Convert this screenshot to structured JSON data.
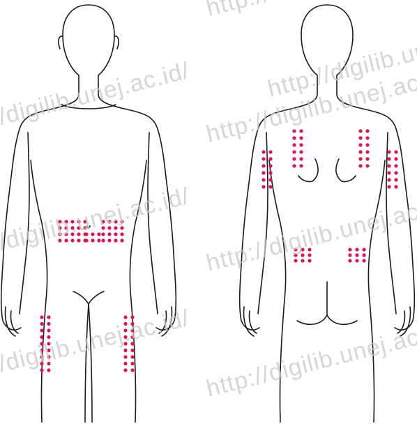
{
  "diagram": {
    "colors": {
      "outline": "#1a1a1a",
      "injection_site": "#d8164f",
      "watermark": "#c9c9c9"
    },
    "views": [
      {
        "name": "front",
        "sites": [
          "abdomen",
          "left-thigh",
          "right-thigh"
        ]
      },
      {
        "name": "back",
        "sites": [
          "left-upper-back",
          "right-upper-back",
          "left-upper-arm",
          "right-upper-arm",
          "left-buttock-upper",
          "right-buttock-upper"
        ]
      }
    ]
  },
  "watermarks": [
    "/digilib.unej.ac.id/",
    "http://digilib.unej.ac",
    "http://digilib.unej.ac.id/",
    "/digilib.unej.ac.id/",
    "http://digilib.unej.ac.id/",
    "/digilib.unej.ac.id/",
    "http://digilib.unej.ac.id/",
    "http://"
  ]
}
